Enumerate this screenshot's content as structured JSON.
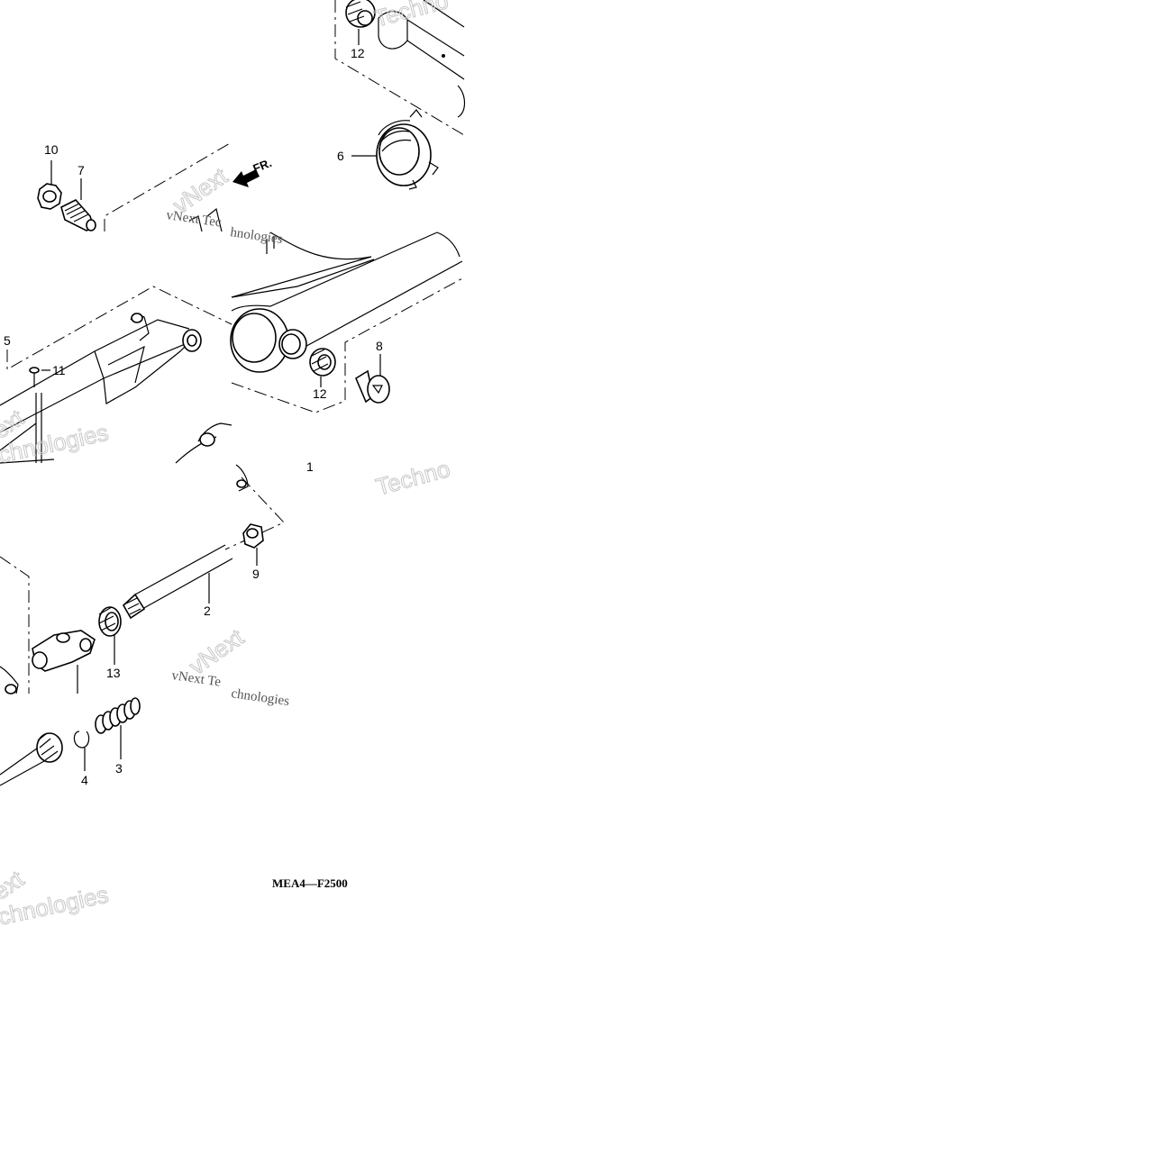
{
  "diagram": {
    "callouts": [
      "12",
      "6",
      "10",
      "7",
      "5",
      "11",
      "8",
      "12",
      "1",
      "9",
      "2",
      "13",
      "4",
      "3"
    ],
    "direction_label": "FR.",
    "diagram_code": "MEA4—F2500",
    "watermarks": {
      "brand": "vNext",
      "sub": "Technologies",
      "tile_1_a": "vNext Tec",
      "tile_1_b": "hnologies",
      "tile_2_a": "vNext Te",
      "tile_2_b": "chnologies",
      "tile_3": "Techno",
      "tile_4": "Techno",
      "tile_5_a": "ext",
      "tile_5_b": "chnologies",
      "tile_6_a": "ext",
      "tile_6_b": "chnologies"
    }
  }
}
